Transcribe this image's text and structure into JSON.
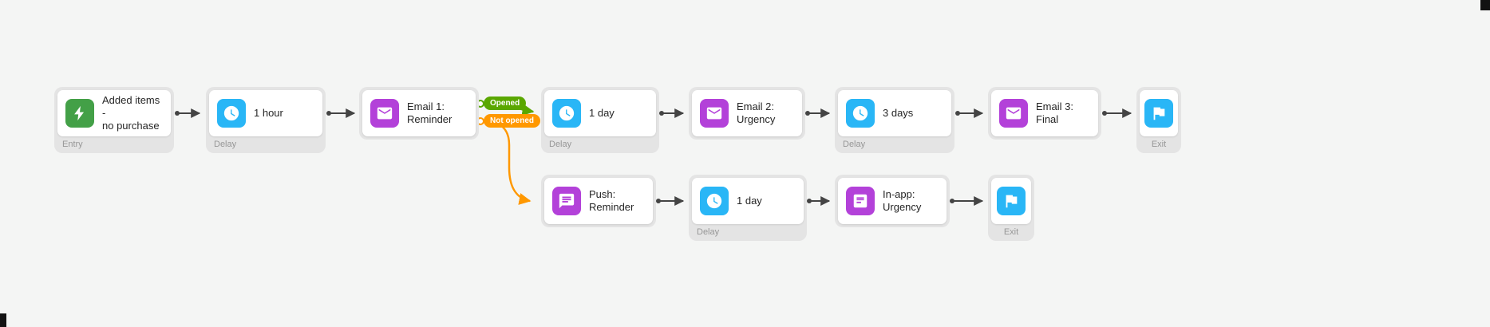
{
  "colors": {
    "canvas_bg": "#f4f5f4",
    "node_frame": "#e4e4e4",
    "entry_icon": "#43a047",
    "delay_icon": "#29b6f6",
    "message_icon": "#b341d9",
    "exit_icon": "#29b6f6",
    "opened_badge": "#5aa700",
    "not_opened_badge": "#ff9800",
    "connector": "#444444"
  },
  "badges": {
    "opened": {
      "label": "Opened"
    },
    "not_opened": {
      "label": "Not opened"
    }
  },
  "nodes": {
    "entry": {
      "title": "Added items -\nno purchase",
      "type_label": "Entry"
    },
    "delay1": {
      "title": "1 hour",
      "type_label": "Delay"
    },
    "email1": {
      "title": "Email 1:\nReminder"
    },
    "delay2": {
      "title": "1 day",
      "type_label": "Delay"
    },
    "email2": {
      "title": "Email 2:\nUrgency"
    },
    "delay3": {
      "title": "3 days",
      "type_label": "Delay"
    },
    "email3": {
      "title": "Email 3:\nFinal"
    },
    "exit1": {
      "type_label": "Exit"
    },
    "push1": {
      "title": "Push:\nReminder"
    },
    "delay4": {
      "title": "1 day",
      "type_label": "Delay"
    },
    "inapp1": {
      "title": "In-app:\nUrgency"
    },
    "exit2": {
      "type_label": "Exit"
    }
  }
}
